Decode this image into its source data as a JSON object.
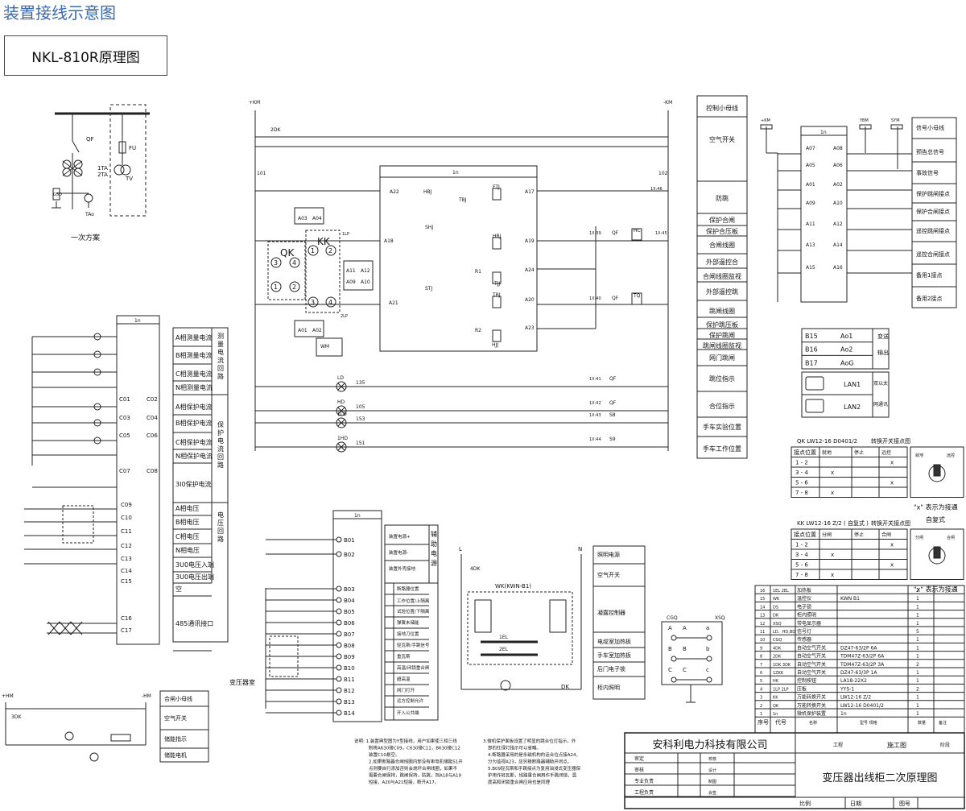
{
  "header": {
    "title": "装置接线示意图",
    "model_box": "NKL-810R原理图"
  },
  "primary": {
    "qf": "QF",
    "ta1": "1TA",
    "ta2": "2TA",
    "fu": "FU",
    "tv": "TV",
    "tao": "TAo",
    "gsd": "GSD",
    "label": "一次方案"
  },
  "top": {
    "km_pos": "+KM",
    "km_neg": "-KM",
    "wire_2dk": "2DK",
    "n101": "101",
    "n102": "102",
    "unit_1n": "1n",
    "qk": "QK",
    "kk": "KK",
    "lp1": "1LP",
    "lp2": "2LP",
    "wm": "WM",
    "pins": [
      "A22",
      "HBJ",
      "TBJ",
      "FTJ",
      "A17",
      "A18",
      "SHJ",
      "HBJ",
      "A19",
      "R1",
      "A24",
      "TJJ",
      "STJ",
      "A21",
      "TBJ",
      "A20",
      "R2",
      "A23",
      "HJJ",
      "A03",
      "A04",
      "A11",
      "A12",
      "A09",
      "A10",
      "A01",
      "A02"
    ],
    "terminals": [
      "1X:46",
      "1X:39",
      "1X:45",
      "1X:40",
      "1X:41",
      "1X:42",
      "1X:43",
      "1X:44"
    ],
    "contacts": [
      "QF",
      "HC",
      "QF",
      "TQ",
      "QF",
      "QF",
      "S8",
      "S9"
    ],
    "lamps": [
      "LD",
      "HD",
      "1LD",
      "1HD"
    ],
    "nodes": [
      "135",
      "105",
      "153",
      "151"
    ],
    "right_labels": [
      "控制小母线",
      "空气开关",
      "防跳",
      "保护合闸",
      "保护合压板",
      "合闸线圈",
      "外部遥控合",
      "合闸线圈监视",
      "外部遥控跳",
      "跳闸线圈",
      "保护跳压板",
      "保护跳闸",
      "跳闸线圈监视",
      "网门跳闸",
      "跳位指示",
      "合位指示",
      "手车实验位置",
      "手车工作位置"
    ]
  },
  "signal": {
    "heads": [
      "+KM",
      "YBM",
      "SYM"
    ],
    "labels": [
      "信号小母线",
      "预告总信号",
      "事故信号",
      "保护跳闸接点",
      "保护合闸接点",
      "遥控跳闸接点",
      "遥控合闸接点",
      "备用1接点",
      "备用2接点"
    ],
    "pins": [
      "A07",
      "A08",
      "A05",
      "A06",
      "A01",
      "A02",
      "A09",
      "A10",
      "A11",
      "A12",
      "A13",
      "A14",
      "A15",
      "A16"
    ],
    "unit": "1n"
  },
  "analog_out": {
    "rows": [
      [
        "B15",
        "Ao1"
      ],
      [
        "B16",
        "Ao2"
      ],
      [
        "B17",
        "AoG"
      ]
    ],
    "side": "变送输出",
    "lan": [
      "LAN1",
      "LAN2"
    ],
    "lan_side": "双以太网通讯"
  },
  "qk_table": {
    "caption_left": "QK  LW12-16 D0401/2",
    "caption_right": "转换开关接点图",
    "header": [
      "接点位置",
      "就地",
      "停止",
      "远控"
    ],
    "rows": [
      [
        "1 - 2",
        "",
        "",
        "x"
      ],
      [
        "3 - 4",
        "x",
        "",
        ""
      ],
      [
        "5 - 6",
        "",
        "",
        "x"
      ],
      [
        "7 - 8",
        "x",
        "",
        ""
      ]
    ],
    "dial": [
      "就地",
      "远控"
    ],
    "note": "\"x\" 表示为接通"
  },
  "kk_table": {
    "caption_left": "KK  LW12-16  Z/2 ( 自复式 )",
    "caption_right": "转换开关接点图",
    "header": [
      "接点位置",
      "分闸",
      "停止",
      "合闸"
    ],
    "rows": [
      [
        "1 - 2",
        "",
        "",
        "x"
      ],
      [
        "3 - 4",
        "x",
        "",
        ""
      ],
      [
        "5 - 6",
        "",
        "",
        "x"
      ],
      [
        "7 - 8",
        "x",
        "",
        ""
      ]
    ],
    "dial": [
      "分闸",
      "合闸"
    ],
    "self_reset": "自复式",
    "note": "\"x\" 表示为接通"
  },
  "current_panel": {
    "unit": "1n",
    "rows": [
      "A相测量电流",
      "B相测量电流",
      "C相测量电流",
      "N相测量电流",
      "A相保护电流",
      "B相保护电流",
      "C相保护电流",
      "N相保护电流",
      "3I0保护电流",
      "A相电压",
      "B相电压",
      "C相电压",
      "N相电压",
      "3U0电压入端",
      "3U0电压出端",
      "空",
      "485通讯接口"
    ],
    "groups": [
      "测量电流回路",
      "保护电流回路",
      "电压回路"
    ],
    "pins": [
      "C01",
      "C02",
      "C03",
      "C04",
      "C05",
      "C06",
      "C07",
      "C08",
      "C09",
      "C10",
      "C11",
      "C12",
      "C13",
      "C14",
      "C15",
      "C16",
      "C17"
    ]
  },
  "dc_panel": {
    "unit": "1n",
    "labels": [
      "装置电源+",
      "装置电源-",
      "装置外壳接地",
      "断路器位置",
      "工作位置/上隔离",
      "试验位置/下隔离",
      "弹簧未储能",
      "接地刀位置",
      "轻瓦斯/手跳信号",
      "重瓦斯",
      "高温/闭锁重合闸",
      "超高温",
      "网门打开",
      "远方控制允许",
      "开入公共端"
    ],
    "side": "辅助电源",
    "pins": [
      "B01",
      "B02",
      "B03",
      "B04",
      "B05",
      "B06",
      "B07",
      "B08",
      "B09",
      "B10",
      "B11",
      "B12",
      "B13",
      "B14"
    ],
    "transformer_room": "变压器室"
  },
  "heater": {
    "l": "L",
    "n": "N",
    "dk": "4DK",
    "wk": "WK(KWN-B1)",
    "els": [
      "1EL",
      "2EL"
    ],
    "dk2": "DK",
    "labels": [
      "照明电源",
      "空气开关",
      "凝露控制器",
      "电缆室加热板",
      "手车室加热板",
      "后门电子锁",
      "柜内照明"
    ]
  },
  "sockets": {
    "cgq": "CGQ",
    "xsq": "XSQ",
    "left": [
      "A",
      "B",
      "C"
    ],
    "right": [
      "a",
      "b",
      "c"
    ]
  },
  "storage": {
    "hm_pos": "+HM",
    "hm_neg": "-HM",
    "dk": "3DK",
    "labels": [
      "合闸小母线",
      "空气开关",
      "储能指示",
      "储能电机"
    ]
  },
  "bom": {
    "rows": [
      [
        "16",
        "1EL 2EL",
        "加热板",
        "",
        "2"
      ],
      [
        "15",
        "WK",
        "温控仪",
        "KWN B1",
        "1"
      ],
      [
        "14",
        "DS",
        "电子锁",
        "",
        "1"
      ],
      [
        "13",
        "DK",
        "柜内照明",
        "",
        "1"
      ],
      [
        "12",
        "XSQ",
        "带电显示器",
        "",
        "1"
      ],
      [
        "11",
        "LD、HD,BD",
        "信号灯",
        "",
        "5"
      ],
      [
        "10",
        "CGQ",
        "传感器",
        "",
        "1"
      ],
      [
        "9",
        "4DK",
        "自动空气开关",
        "DZ47-63/2P 6A",
        "1"
      ],
      [
        "8",
        "2DK",
        "自动空气开关",
        "TDM47Z-63/2P 6A",
        "1"
      ],
      [
        "7",
        "1DK 3DK",
        "自动空气开关",
        "TDM47Z-63/2P 3A",
        "2"
      ],
      [
        "6",
        "1ZKK",
        "自动空气开关",
        "DZ47-63/3P 1A",
        "1"
      ],
      [
        "5",
        "HK",
        "控制按钮",
        "LA18-22X2",
        "1"
      ],
      [
        "4",
        "1LP 2LP",
        "压板",
        "YYS-1",
        "2"
      ],
      [
        "3",
        "KK",
        "万能转换开关",
        "LW12-16  Z/2",
        "1"
      ],
      [
        "2",
        "QK",
        "万能转换开关",
        "LW12-16 D0401/2",
        "1"
      ],
      [
        "1",
        "1n",
        "微机保护装置",
        "1n",
        "1"
      ]
    ],
    "header": [
      "序号",
      "代号",
      "名称",
      "型号  规格",
      "数量",
      "备注"
    ]
  },
  "title_block": {
    "company": "安科利电力科技有限公司",
    "stage_label": "工程",
    "stage": "施工图",
    "phase": "阶段",
    "drawing": "变压器出线柜二次原理图",
    "roles": [
      "审定",
      "审核",
      "专业负责",
      "工程负责"
    ],
    "roles2": [
      "校核",
      "设计",
      "制图",
      "会签"
    ],
    "bottom": [
      "比例",
      "日期",
      "图号"
    ]
  },
  "notes": {
    "left": [
      "说明: 1.装置典型图为Y型接线，用户如果使三相三线",
      "制将A630接C09，C630接C11，B630接C12",
      "装置C10悬空。",
      "2.如果断路器合闸线圈内部没有串电机储能S1开",
      "点则要自行添加否则会烧坏合闸线圈，如果不",
      "需要合闸保持，跳闸保持，防跳，则A18与A19",
      "短接，A20与A21短接，断开A17。"
    ],
    "right": [
      "3.微机保护面板设置了明显的跳合位灯指示，外",
      "部的红绿灯指示可以省略。",
      "4.断路器采用的是永磁机构的话合位点接A24，",
      "分为监视A23，应另接断路器辅助开闭点。",
      "5.B09轻瓦斯和手跳接点为复用油浸式变压器保",
      "护用作轻瓦斯，线路重合闸用作手跳闭锁，温",
      "度高和闭锁重合闸应用也是同理"
    ]
  }
}
